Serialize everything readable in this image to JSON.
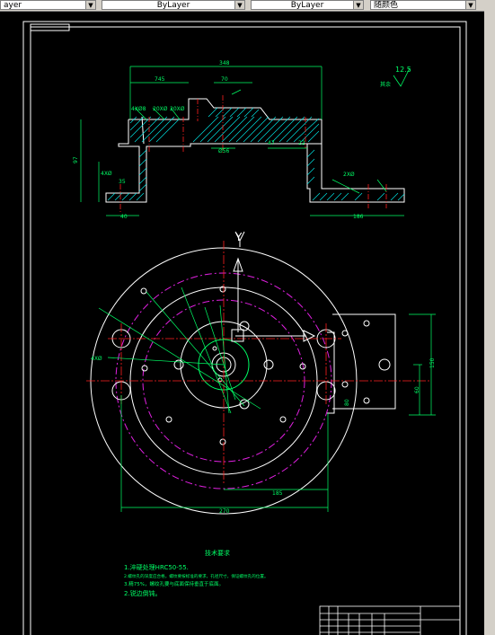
{
  "toolbar": {
    "layer_combo": "ayer",
    "color_combo": "ByLayer",
    "linetype_combo": "ByLayer",
    "lineweight_combo": "随颜色"
  },
  "drawing": {
    "top_view_label": "Y",
    "dimensions": {
      "overall_width": "348",
      "left_offset": "745",
      "mid_width": "70",
      "hole_dia_1": "4XØ8",
      "hole_dia_2": "20XØ",
      "hole_dia_3": "20XØ",
      "right_dim_47": "47",
      "right_dim_22": "22",
      "center_dia": "Ø56",
      "height_97": "97",
      "bottom_left_dim": "40",
      "bottom_right_dim": "186",
      "left_hole": "4XØ",
      "right_hole": "2XØ",
      "bottom_lower_dim": "35",
      "plan_width_270": "270",
      "plan_width_185": "185",
      "plan_height_150": "150",
      "plan_height_80": "80",
      "plan_height_60": "60",
      "angle_label": "4XØ",
      "roughness": "12.5"
    },
    "notes_title": "技术要求",
    "notes": [
      "1.淬硬处理HRC50-55.",
      "2.螺纹孔的深度应合格，螺纹要按标准的要求，孔径尺寸，保证螺纹孔的位置。",
      "3.精75%，螺纹孔要与底面保持垂直于底面。",
      "2.锐边倒钝。"
    ]
  }
}
